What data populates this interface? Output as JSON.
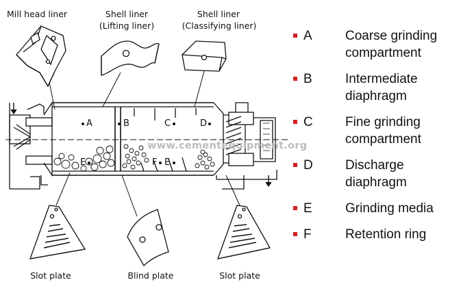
{
  "labels": {
    "mill_head_liner": "Mill head liner",
    "shell_liner_lifting_1": "Shell liner",
    "shell_liner_lifting_2": "(Lifting liner)",
    "shell_liner_class_1": "Shell liner",
    "shell_liner_class_2": "(Classifying liner)",
    "slot_plate_left": "Slot plate",
    "blind_plate": "Blind plate",
    "slot_plate_right": "Slot plate"
  },
  "markers": {
    "A": "A",
    "B": "B",
    "C": "C",
    "D": "D",
    "E1": "E",
    "E2": "E",
    "F": "F"
  },
  "watermark": "www.cementequipment.org",
  "legend": [
    {
      "letter": "A",
      "text": "Coarse grinding compartment"
    },
    {
      "letter": "B",
      "text": "Intermediate diaphragm"
    },
    {
      "letter": "C",
      "text": "Fine grinding compartment"
    },
    {
      "letter": "D",
      "text": "Discharge diaphragm"
    },
    {
      "letter": "E",
      "text": "Grinding media"
    },
    {
      "letter": "F",
      "text": "Retention ring"
    }
  ],
  "colors": {
    "bullet": "#d42020",
    "watermark": "#bcbcbc",
    "line": "#111111"
  }
}
